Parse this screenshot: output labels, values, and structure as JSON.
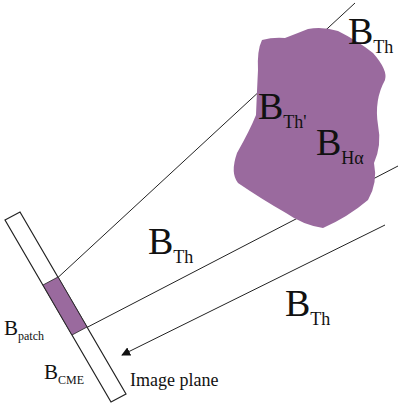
{
  "diagram": {
    "nodes": [
      {
        "text": [
          "BTh'",
          "BHα"
        ]
      }
    ],
    "labels": [
      "BTh",
      "BTh",
      "BTh",
      "Bpatch",
      "BCME",
      "Image plane"
    ]
  }
}
